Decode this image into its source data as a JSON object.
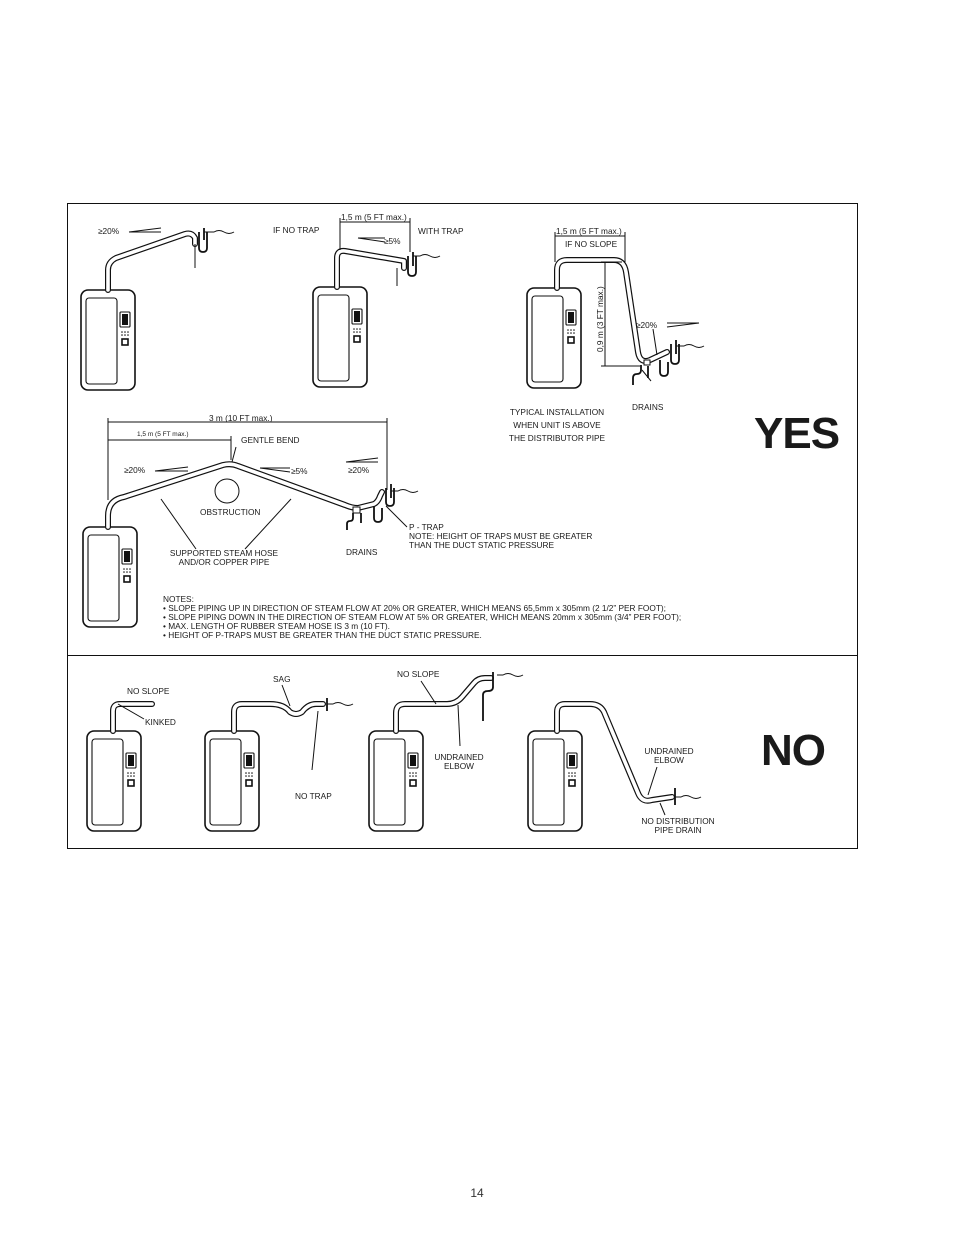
{
  "yes_panel": {
    "heading": "YES",
    "fig1": {
      "slope": "≥20%"
    },
    "fig2": {
      "no_trap": "IF NO TRAP",
      "length": "1,5 m (5 FT max.)",
      "slope": "≥5%",
      "with_trap": "WITH TRAP"
    },
    "fig3": {
      "length": "1,5 m (5 FT max.)",
      "no_slope": "IF NO SLOPE",
      "height": "0,9 m (3 FT max.)",
      "slope": "≥20%",
      "drains": "DRAINS",
      "caption": [
        "TYPICAL INSTALLATION",
        "WHEN UNIT IS ABOVE",
        "THE DISTRIBUTOR PIPE"
      ]
    },
    "fig4": {
      "length_total": "3 m (10 FT max.)",
      "length_sub": "1,5 m (5 FT max.)",
      "gentle_bend": "GENTLE BEND",
      "slope_up": "≥20%",
      "slope_down": "≥5%",
      "slope_end": "≥20%",
      "obstruction": "OBSTRUCTION",
      "support": [
        "SUPPORTED STEAM HOSE",
        "AND/OR COPPER PIPE"
      ],
      "drains": "DRAINS",
      "ptrap": [
        "P - TRAP",
        "NOTE: HEIGHT OF TRAPS MUST BE GREATER",
        "THAN THE DUCT STATIC PRESSURE"
      ]
    },
    "notes": [
      "NOTES:",
      "• SLOPE PIPING UP IN DIRECTION OF STEAM FLOW AT 20% OR GREATER, WHICH MEANS 65,5mm x 305mm (2 1/2” PER FOOT);",
      "• SLOPE PIPING DOWN IN THE DIRECTION OF STEAM FLOW AT 5% OR GREATER, WHICH MEANS  20mm  x 305mm (3/4” PER FOOT);",
      "• MAX. LENGTH OF RUBBER STEAM HOSE IS 3 m (10 FT).",
      "• HEIGHT OF P-TRAPS MUST BE GREATER THAN THE DUCT STATIC PRESSURE."
    ]
  },
  "no_panel": {
    "heading": "NO",
    "fig1": {
      "no_slope": "NO SLOPE",
      "kinked": "KINKED"
    },
    "fig2": {
      "sag": "SAG",
      "no_trap": "NO TRAP"
    },
    "fig3": {
      "no_slope": "NO SLOPE",
      "undrained": [
        "UNDRAINED",
        "ELBOW"
      ]
    },
    "fig4": {
      "undrained": [
        "UNDRAINED",
        "ELBOW"
      ],
      "no_drain": [
        "NO DISTRIBUTION",
        "PIPE DRAIN"
      ]
    }
  },
  "page_number": "14"
}
